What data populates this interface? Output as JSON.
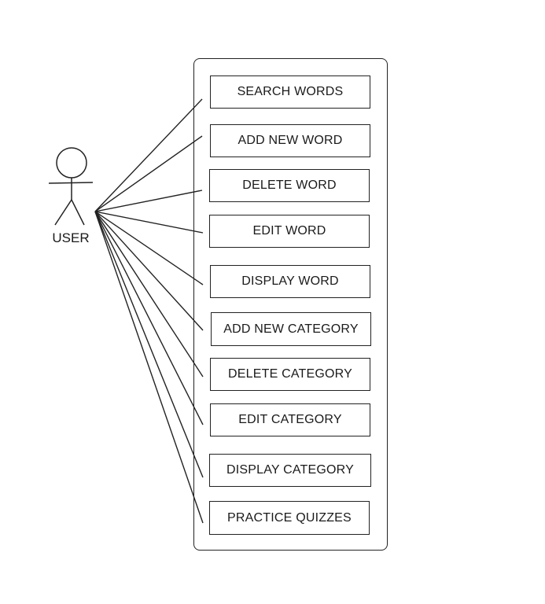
{
  "actor": {
    "label": "USER",
    "icon": "stick-figure-icon"
  },
  "use_cases": [
    "SEARCH WORDS",
    "ADD NEW WORD",
    "DELETE WORD",
    "EDIT WORD",
    "DISPLAY WORD",
    "ADD NEW CATEGORY",
    "DELETE CATEGORY",
    "EDIT CATEGORY",
    "DISPLAY CATEGORY",
    "PRACTICE QUIZZES"
  ],
  "colors": {
    "stroke": "#222222",
    "background": "#ffffff",
    "text": "#1a1a1a"
  }
}
